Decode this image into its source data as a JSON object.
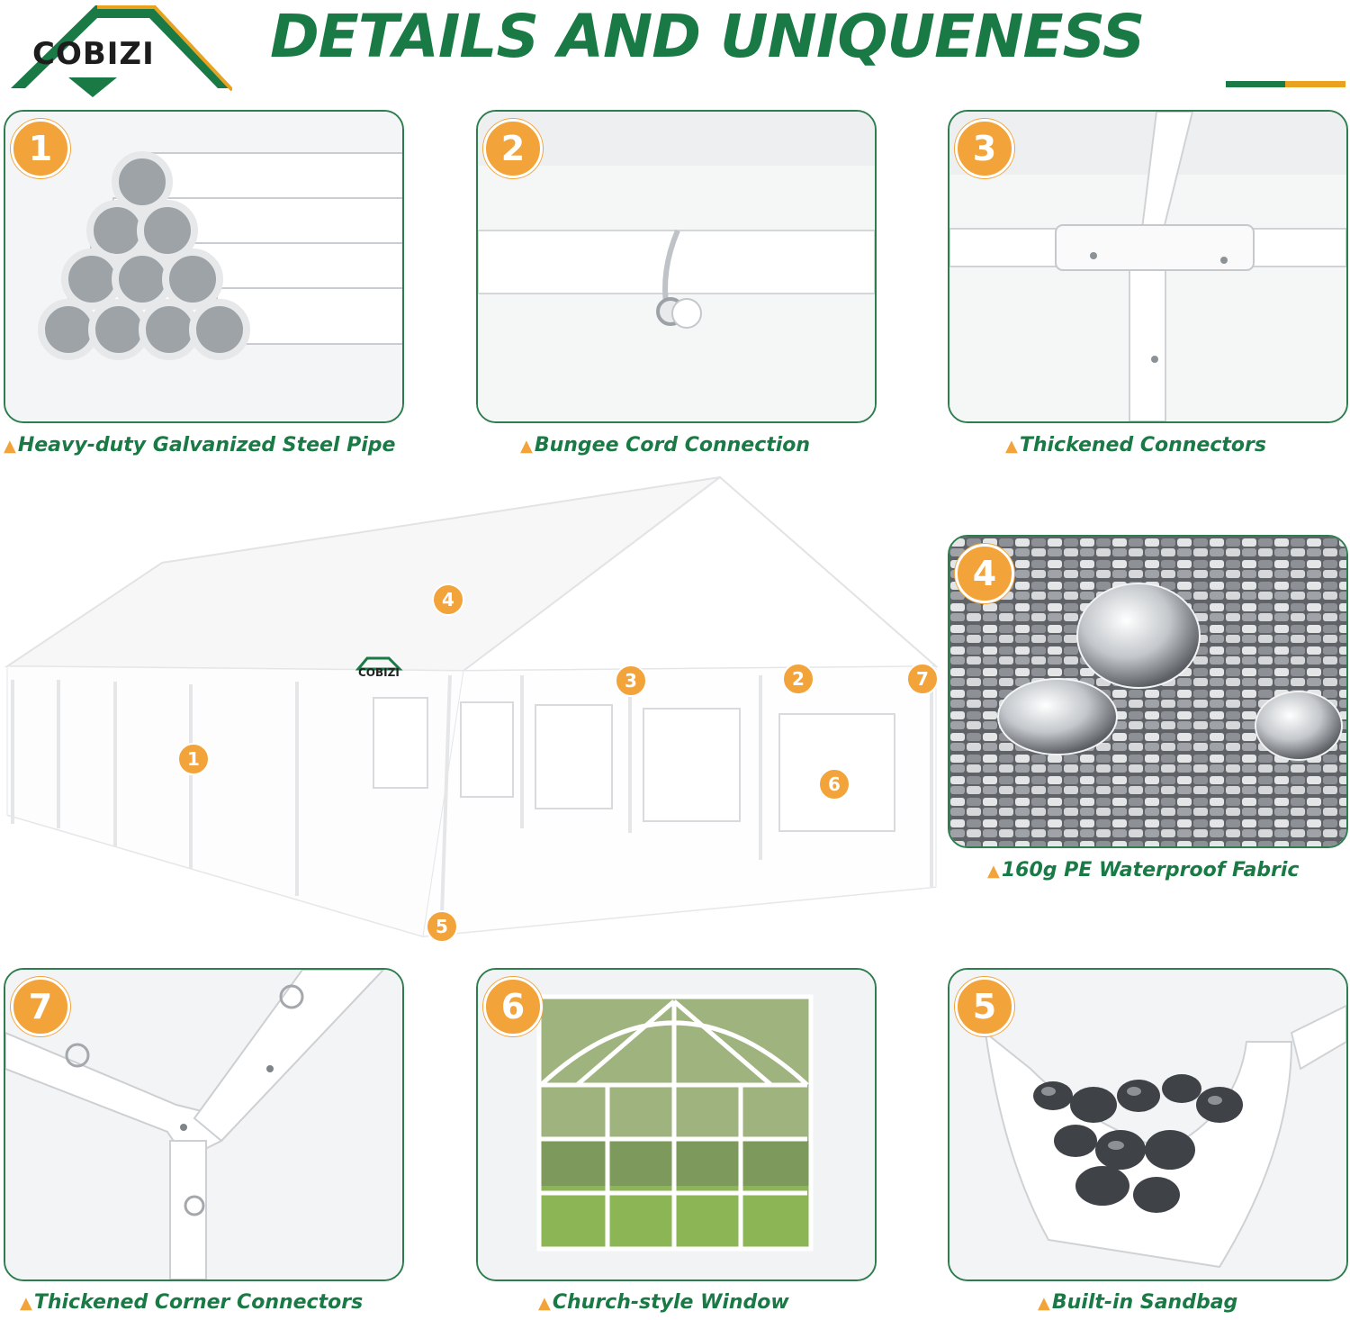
{
  "brand": {
    "logo_text": "COBIZI",
    "accent_green": "#1a7a45",
    "accent_orange": "#f2a33a"
  },
  "header": {
    "title": "DETAILS AND UNIQUENESS"
  },
  "features": [
    {
      "badge": "1",
      "caption": "Heavy-duty Galvanized Steel Pipe"
    },
    {
      "badge": "2",
      "caption": "Bungee Cord Connection"
    },
    {
      "badge": "3",
      "caption": "Thickened Connectors"
    },
    {
      "badge": "4",
      "caption": "160g PE Waterproof Fabric"
    },
    {
      "badge": "7",
      "caption": "Thickened Corner Connectors"
    },
    {
      "badge": "6",
      "caption": "Church-style Window"
    },
    {
      "badge": "5",
      "caption": "Built-in Sandbag"
    }
  ],
  "tent": {
    "logo_text": "COBIZI",
    "markers": [
      "4",
      "3",
      "2",
      "7",
      "1",
      "6",
      "5"
    ]
  }
}
